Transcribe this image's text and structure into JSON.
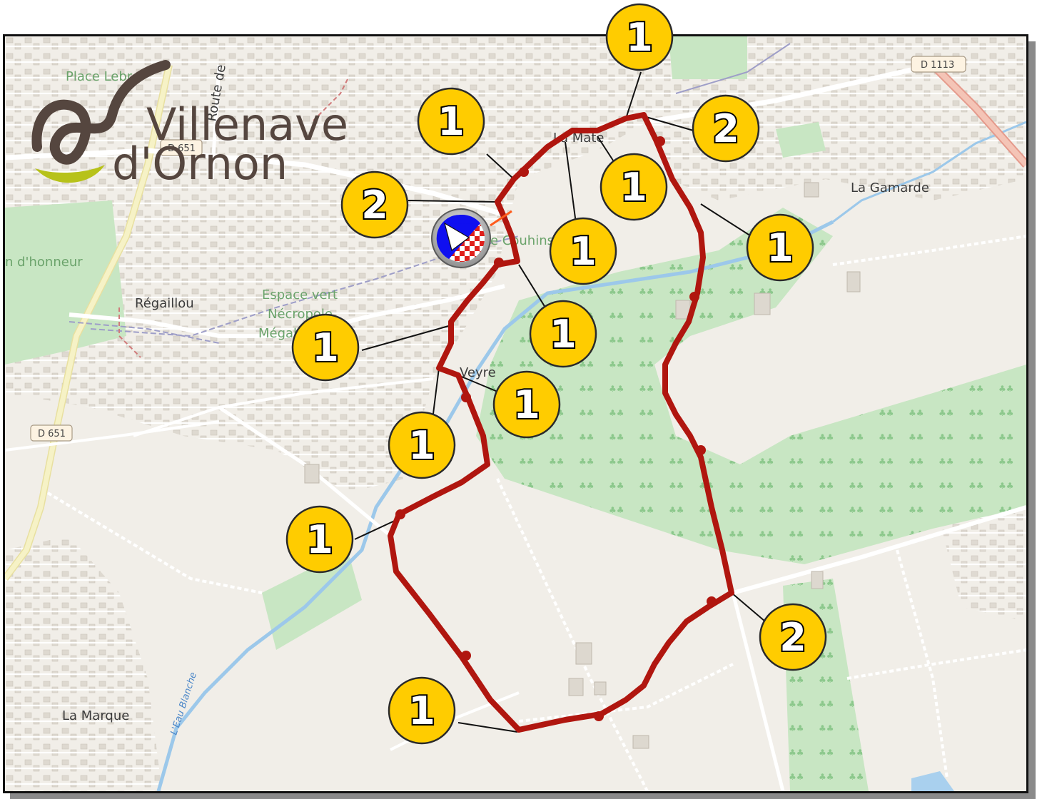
{
  "logo": {
    "line1": "Villenave",
    "line2": "d'Ornon"
  },
  "labels": [
    {
      "id": "place-lebrun",
      "text": "Place Lebr",
      "style": "green"
    },
    {
      "id": "route-de",
      "text": "Route de",
      "style": "dark"
    },
    {
      "id": "le-mate",
      "text": "La Mate",
      "style": "dark"
    },
    {
      "id": "la-gamarde",
      "text": "La Gamarde",
      "style": "dark"
    },
    {
      "id": "couhins",
      "text": "e Couhins",
      "style": "green"
    },
    {
      "id": "honneur",
      "text": "n d'honneur",
      "style": "green"
    },
    {
      "id": "regaillou",
      "text": "Régaillou",
      "style": "dark"
    },
    {
      "id": "espace-vert",
      "text": "Espace vert",
      "style": "green"
    },
    {
      "id": "necropole",
      "text": "Nécropole",
      "style": "green"
    },
    {
      "id": "megal",
      "text": "Mégal",
      "style": "green"
    },
    {
      "id": "veyre",
      "text": "Veyre",
      "style": "dark"
    },
    {
      "id": "la-marque",
      "text": "La Marque",
      "style": "dark"
    }
  ],
  "road_shields": [
    {
      "id": "d1113",
      "text": "D 1113"
    },
    {
      "id": "d651-top",
      "text": "D 651"
    },
    {
      "id": "d651-left",
      "text": "D 651"
    }
  ],
  "stream_label": "L'Eau Blanche",
  "route": {
    "color": "#b0160f",
    "start_marker": "start-finish-icon"
  },
  "badges": [
    {
      "id": "b-top",
      "text": "1"
    },
    {
      "id": "b-nw1",
      "text": "1"
    },
    {
      "id": "b-ne2",
      "text": "2"
    },
    {
      "id": "b-w2",
      "text": "2"
    },
    {
      "id": "b-mate",
      "text": "1"
    },
    {
      "id": "b-east",
      "text": "1"
    },
    {
      "id": "b-center",
      "text": "1"
    },
    {
      "id": "b-mid",
      "text": "1"
    },
    {
      "id": "b-west",
      "text": "1"
    },
    {
      "id": "b-veyre",
      "text": "1"
    },
    {
      "id": "b-sw",
      "text": "1"
    },
    {
      "id": "b-left",
      "text": "1"
    },
    {
      "id": "b-se2",
      "text": "2"
    },
    {
      "id": "b-bottom",
      "text": "1"
    }
  ]
}
